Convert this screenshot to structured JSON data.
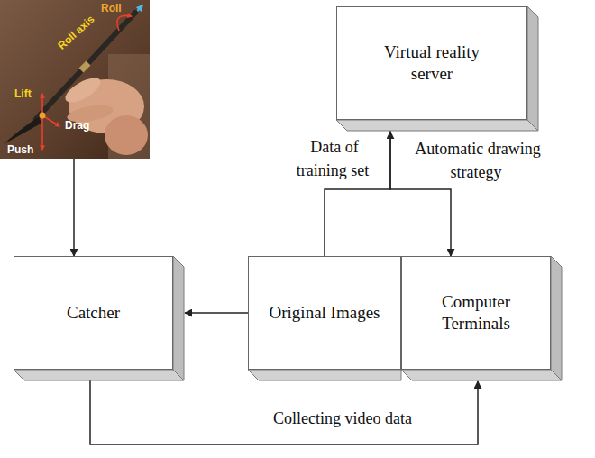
{
  "diagram": {
    "nodes": [
      {
        "text": [
          "Roll",
          "Roll axis",
          "Lift",
          "Drag",
          "Push"
        ]
      },
      {
        "text": [
          "Virtual reality server"
        ]
      },
      {
        "text": [
          "Catcher"
        ]
      },
      {
        "text": [
          "Original Images"
        ]
      },
      {
        "text": [
          "Computer Terminals"
        ]
      }
    ],
    "edges": [
      {
        "from": 0,
        "to": 2,
        "arrow": "to"
      },
      {
        "from": 3,
        "to": 2,
        "arrow": "to"
      },
      {
        "from": 3,
        "to": 1,
        "label": "Data of training set",
        "arrow": "to"
      },
      {
        "from": 1,
        "to": 4,
        "label": "Automatic drawing strategy",
        "arrow": "to"
      },
      {
        "from": 2,
        "to": 4,
        "label": "Collecting video data",
        "arrow": "to"
      }
    ]
  }
}
